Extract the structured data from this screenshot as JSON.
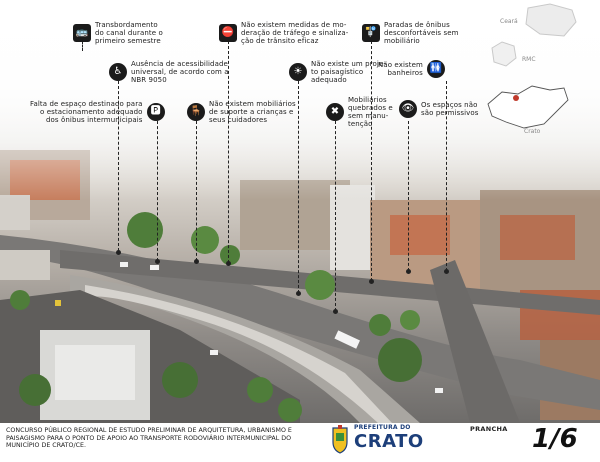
{
  "annotations": [
    {
      "id": "a1",
      "icon": "bus-icon",
      "glyph": "🚌",
      "text": [
        "Transbordamento",
        "do canal durante o",
        "primeiro semestre"
      ]
    },
    {
      "id": "a2",
      "icon": "no-entry-icon",
      "glyph": "⛔",
      "text": [
        "Não existem medidas de mo-",
        "deração de tráfego e sinaliza-",
        "ção de trânsito eficaz"
      ]
    },
    {
      "id": "a3",
      "icon": "bus-stop-icon",
      "glyph": "🚏",
      "text": [
        "Paradas de ônibus",
        "desconfortáveis sem",
        "mobiliário"
      ]
    },
    {
      "id": "a4",
      "icon": "wheelchair-icon",
      "glyph": "♿",
      "text": [
        "Ausência de acessibilidade",
        "universal, de acordo com a",
        "NBR 9050"
      ]
    },
    {
      "id": "a5",
      "icon": "lighting-icon",
      "glyph": "☀",
      "text": [
        "Não existe um proje-",
        "to paisagístico",
        "adequado"
      ]
    },
    {
      "id": "a6",
      "icon": "toilet-icon",
      "glyph": "🚻",
      "text": [
        "Não existem",
        "banheiros"
      ]
    },
    {
      "id": "a7",
      "icon": "parking-icon",
      "glyph": "🅿",
      "text": [
        "Falta de espaço destinado para",
        "o estacionamento adequado",
        "dos ônibus intermunicipais"
      ]
    },
    {
      "id": "a8",
      "icon": "bench-icon",
      "glyph": "🪑",
      "text": [
        "Não existem mobiliários",
        "de suporte a crianças e",
        "seus cuidadores"
      ]
    },
    {
      "id": "a9",
      "icon": "broken-bench-icon",
      "glyph": "✖",
      "text": [
        "Mobiliários",
        "quebrados e",
        "sem manu-",
        "tenção"
      ]
    },
    {
      "id": "a10",
      "icon": "eye-icon",
      "glyph": "👁",
      "text": [
        "Os espaços não",
        "são permissivos"
      ]
    }
  ],
  "locator_maps": {
    "labels": [
      "Ceará",
      "RMC",
      "Crato"
    ]
  },
  "footer": {
    "description": "CONCURSO PÚBLICO REGIONAL DE ESTUDO PRELIMINAR DE ARQUITETURA, URBANISMO E PAISAGISMO PARA O PONTO DE APOIO AO TRANSPORTE RODOVIÁRIO INTERMUNICIPAL DO MUNICÍPIO DE CRATO/CE.",
    "logo_line1": "PREFEITURA DO",
    "logo_line2": "CRATO",
    "prancha_label": "PRANCHA",
    "page_number": "1/6"
  },
  "colors": {
    "icon_bg": "#1b1b1b",
    "logo_blue": "#1d3f7a",
    "accent_red": "#c0392b"
  }
}
